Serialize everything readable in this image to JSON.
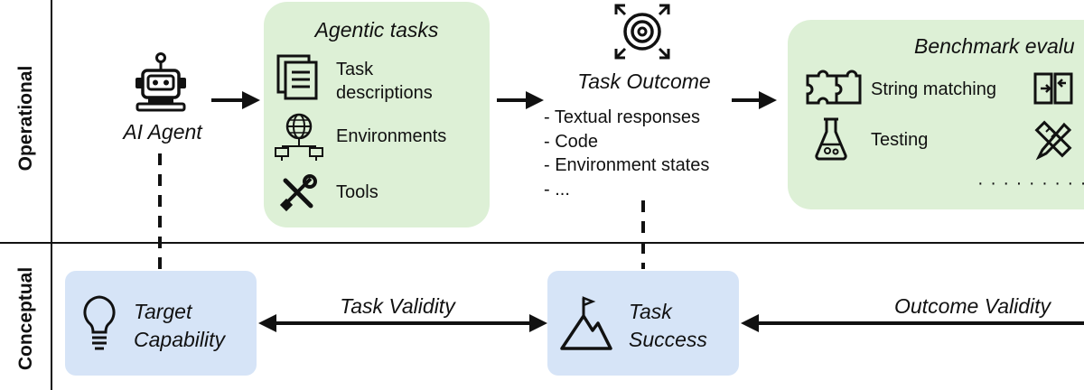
{
  "rows": {
    "operational": "Operational",
    "conceptual": "Conceptual"
  },
  "agent": {
    "label": "AI Agent",
    "icon": "robot-icon"
  },
  "agentic_tasks": {
    "title": "Agentic tasks",
    "items": [
      {
        "label": "Task\ndescriptions",
        "icon": "document-icon"
      },
      {
        "label": "Environments",
        "icon": "globe-network-icon"
      },
      {
        "label": "Tools",
        "icon": "tools-icon"
      }
    ]
  },
  "task_outcome": {
    "title": "Task Outcome",
    "icon": "target-icon",
    "items": [
      "- Textual responses",
      "- Code",
      "- Environment states",
      "- ..."
    ]
  },
  "benchmark": {
    "title": "Benchmark evalu",
    "items": [
      {
        "label": "String matching",
        "icon": "puzzle-icon"
      },
      {
        "label": "Testing",
        "icon": "flask-icon"
      }
    ],
    "more": "· · · · · · · · ·"
  },
  "target_capability": {
    "label": "Target\nCapability",
    "icon": "lightbulb-icon"
  },
  "task_success": {
    "label": "Task\nSuccess",
    "icon": "mountain-flag-icon"
  },
  "task_validity": "Task Validity",
  "outcome_validity": "Outcome Validity",
  "colors": {
    "green_box": "#ddf0d6",
    "blue_box": "#d6e4f7",
    "ink": "#111111"
  }
}
